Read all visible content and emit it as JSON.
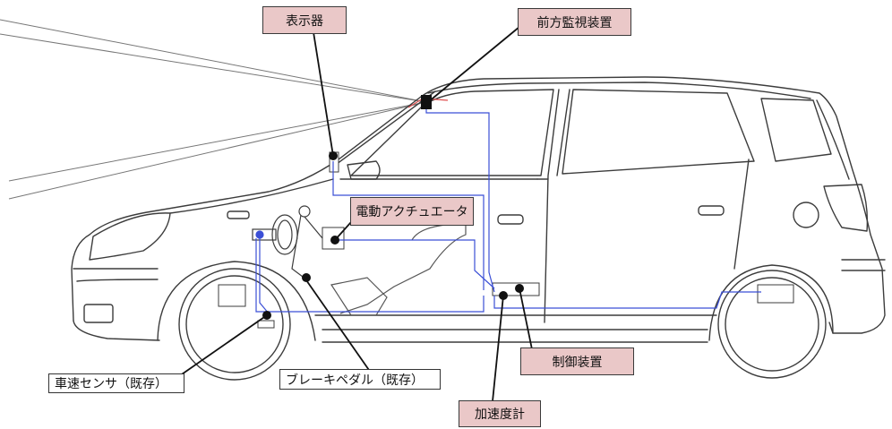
{
  "labels": {
    "display": "表示器",
    "front_monitor": "前方監視装置",
    "electric_actuator": "電動アクチュエータ",
    "speed_sensor": "車速センサ（既存）",
    "brake_pedal": "ブレーキペダル（既存）",
    "control_unit": "制御装置",
    "accelerometer": "加速度計"
  },
  "colors": {
    "label_fill": "#eac8c8",
    "wiring": "#3b4fd6",
    "sensor_beam": "#e05050",
    "outline": "#3c3c3c"
  }
}
